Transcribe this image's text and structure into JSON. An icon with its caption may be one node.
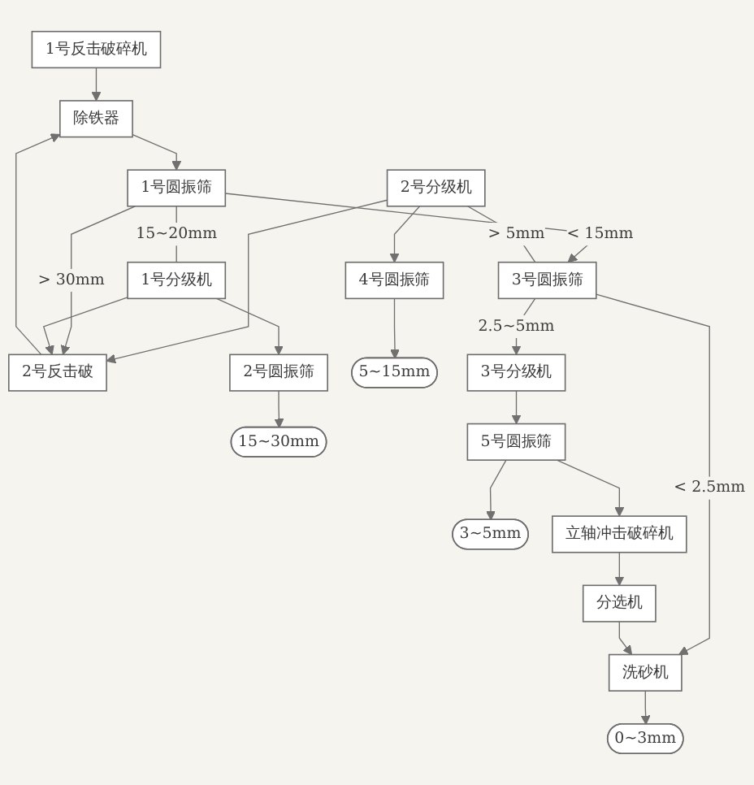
{
  "diagram": {
    "nodes": [
      {
        "text": [
          "1号反击破碎机"
        ]
      },
      {
        "text": [
          "除铁器"
        ]
      },
      {
        "text": [
          "2号反击破"
        ]
      },
      {
        "text": [
          "15~30mm"
        ]
      },
      {
        "text": [
          "2号分级机"
        ]
      },
      {
        "text": [
          "1号圆振筛"
        ]
      },
      {
        "text": [
          "1号分级机"
        ]
      },
      {
        "text": [
          "2号圆振筛"
        ]
      },
      {
        "text": [
          "4号圆振筛"
        ]
      },
      {
        "text": [
          "3号圆振筛"
        ]
      },
      {
        "text": [
          "5~15mm"
        ]
      },
      {
        "text": [
          "3号分级机"
        ]
      },
      {
        "text": [
          "5号圆振筛"
        ]
      },
      {
        "text": [
          "3~5mm"
        ]
      },
      {
        "text": [
          "分选机"
        ]
      },
      {
        "text": [
          "立轴冲击破碎机"
        ]
      },
      {
        "text": [
          "洗砂机"
        ]
      },
      {
        "text": [
          "0~3mm"
        ]
      }
    ],
    "edges": [
      {
        "from": 0,
        "to": 1,
        "arrow": "to"
      },
      {
        "from": 2,
        "to": 1,
        "arrow": "to"
      },
      {
        "from": 1,
        "to": 5,
        "arrow": "to"
      },
      {
        "from": 4,
        "to": 2,
        "arrow": "to"
      },
      {
        "from": 5,
        "to": 2,
        "arrow": "to",
        "label": "> 30mm"
      },
      {
        "from": 6,
        "to": 2,
        "arrow": "to"
      },
      {
        "from": 5,
        "to": 6,
        "arrow": "none",
        "label": "15~20mm"
      },
      {
        "from": 6,
        "to": 7,
        "arrow": "to"
      },
      {
        "from": 7,
        "to": 3,
        "arrow": "to"
      },
      {
        "from": 5,
        "to": 9,
        "arrow": "to",
        "label": "< 15mm"
      },
      {
        "from": 4,
        "to": 9,
        "arrow": "none",
        "label": "> 5mm"
      },
      {
        "from": 4,
        "to": 8,
        "arrow": "to"
      },
      {
        "from": 8,
        "to": 10,
        "arrow": "to"
      },
      {
        "from": 9,
        "to": 11,
        "arrow": "to",
        "label": "2.5~5mm"
      },
      {
        "from": 9,
        "to": 16,
        "arrow": "to",
        "label": "< 2.5mm"
      },
      {
        "from": 11,
        "to": 12,
        "arrow": "to"
      },
      {
        "from": 12,
        "to": 13,
        "arrow": "to"
      },
      {
        "from": 12,
        "to": 15,
        "arrow": "to"
      },
      {
        "from": 15,
        "to": 14,
        "arrow": "to"
      },
      {
        "from": 14,
        "to": 16,
        "arrow": "to"
      },
      {
        "from": 16,
        "to": 17,
        "arrow": "to"
      }
    ]
  }
}
